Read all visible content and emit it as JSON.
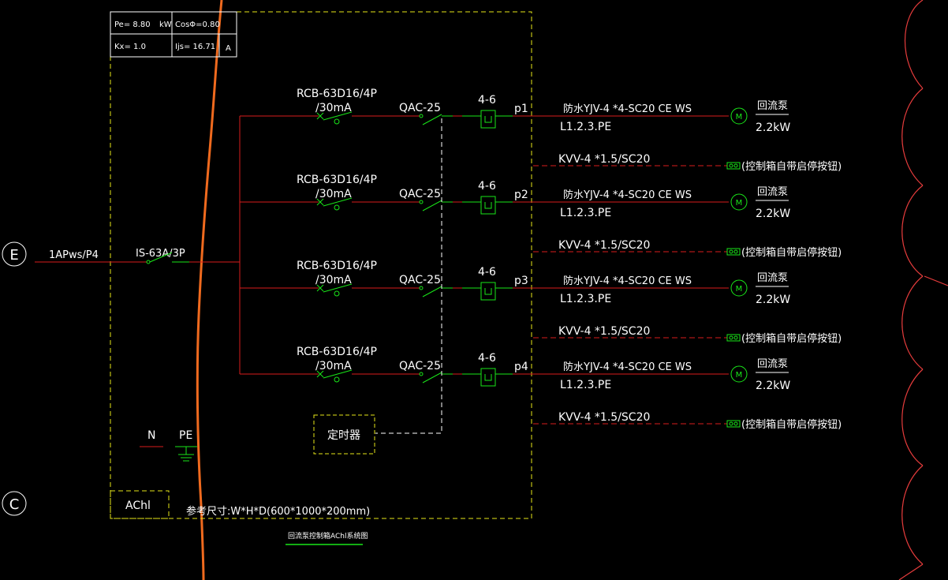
{
  "colors": {
    "background": "#000000",
    "red_line": "#d81b1b",
    "green": "#19e619",
    "yellow_dash": "#e6e619",
    "white_text": "#ffffff",
    "orange_curve": "#f06a1e",
    "cloud_red": "#e63c3c"
  },
  "load_table": {
    "pe_label": "Pe= 8.80",
    "pe_unit": "kW",
    "cos_label": "CosΦ=0.80",
    "kx_label": "Kx= 1.0",
    "ijs_label": "Ijs= 16.71",
    "ijs_unit": "A"
  },
  "grid_markers": [
    "E",
    "C"
  ],
  "incoming": {
    "cable": "1APws/P4",
    "main_switch": "IS-63A/3P"
  },
  "circuits": [
    {
      "rcbo_line1": "RCB-63D16/4P",
      "rcbo_line2": "/30mA",
      "contactor": "QAC-25",
      "relay": "4-6",
      "feeder_id": "p1",
      "feeder_cable": "防水YJV-4 *4-SC20 CE WS",
      "phases": "L1.2.3.PE",
      "load_name": "回流泵",
      "load_power": "2.2kW",
      "control_cable": "KVV-4 *1.5/SC20",
      "control_note": "(控制箱自带启停按钮)"
    },
    {
      "rcbo_line1": "RCB-63D16/4P",
      "rcbo_line2": "/30mA",
      "contactor": "QAC-25",
      "relay": "4-6",
      "feeder_id": "p2",
      "feeder_cable": "防水YJV-4 *4-SC20 CE WS",
      "phases": "L1.2.3.PE",
      "load_name": "回流泵",
      "load_power": "2.2kW",
      "control_cable": "KVV-4 *1.5/SC20",
      "control_note": "(控制箱自带启停按钮)"
    },
    {
      "rcbo_line1": "RCB-63D16/4P",
      "rcbo_line2": "/30mA",
      "contactor": "QAC-25",
      "relay": "4-6",
      "feeder_id": "p3",
      "feeder_cable": "防水YJV-4 *4-SC20 CE WS",
      "phases": "L1.2.3.PE",
      "load_name": "回流泵",
      "load_power": "2.2kW",
      "control_cable": "KVV-4 *1.5/SC20",
      "control_note": "(控制箱自带启停按钮)"
    },
    {
      "rcbo_line1": "RCB-63D16/4P",
      "rcbo_line2": "/30mA",
      "contactor": "QAC-25",
      "relay": "4-6",
      "feeder_id": "p4",
      "feeder_cable": "防水YJV-4 *4-SC20 CE WS",
      "phases": "L1.2.3.PE",
      "load_name": "回流泵",
      "load_power": "2.2kW",
      "control_cable": "KVV-4 *1.5/SC20",
      "control_note": "(控制箱自带启停按钮)"
    }
  ],
  "motor_symbol": "M",
  "timer_label": "定时器",
  "neutral_label": "N",
  "pe_bus_label": "PE",
  "panel_id": "AChl",
  "dimension_note": "参考尺寸:W*H*D(600*1000*200mm)",
  "drawing_title": "回流泵控制箱AChl系统图"
}
